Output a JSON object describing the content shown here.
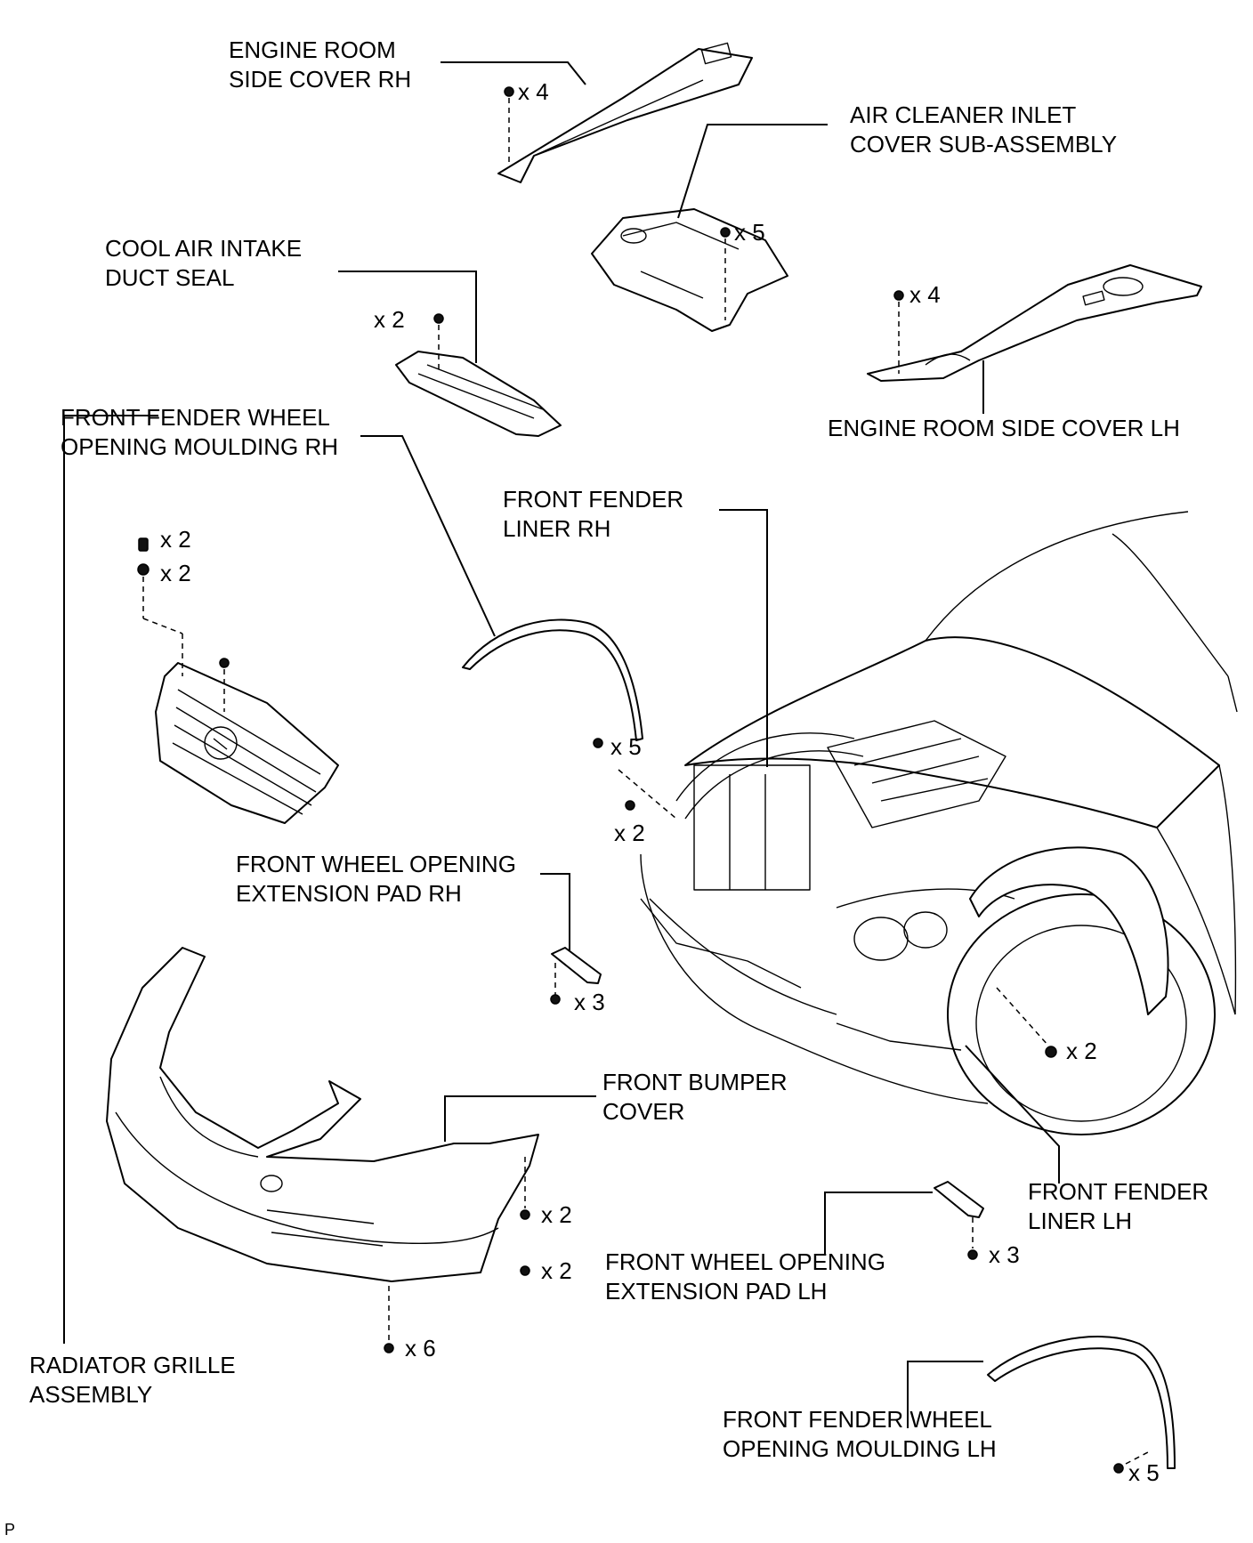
{
  "labels": {
    "engine_room_side_cover_rh": [
      "ENGINE ROOM",
      "SIDE COVER RH"
    ],
    "air_cleaner_inlet_cover": [
      "AIR CLEANER INLET",
      "COVER SUB-ASSEMBLY"
    ],
    "cool_air_intake_duct_seal": [
      "COOL AIR INTAKE",
      "DUCT SEAL"
    ],
    "engine_room_side_cover_lh": [
      "ENGINE ROOM SIDE COVER LH"
    ],
    "front_fender_wheel_opening_moulding_rh": [
      "FRONT FENDER WHEEL",
      "OPENING MOULDING RH"
    ],
    "front_fender_liner_rh": [
      "FRONT FENDER",
      "LINER RH"
    ],
    "front_wheel_opening_extension_pad_rh": [
      "FRONT WHEEL OPENING",
      "EXTENSION PAD RH"
    ],
    "front_bumper_cover": [
      "FRONT BUMPER",
      "COVER"
    ],
    "front_fender_liner_lh": [
      "FRONT FENDER",
      "LINER LH"
    ],
    "front_wheel_opening_extension_pad_lh": [
      "FRONT WHEEL OPENING",
      "EXTENSION PAD LH"
    ],
    "radiator_grille_assembly": [
      "RADIATOR GRILLE",
      "ASSEMBLY"
    ],
    "front_fender_wheel_opening_moulding_lh": [
      "FRONT FENDER WHEEL",
      "OPENING MOULDING LH"
    ]
  },
  "quantities": {
    "rh_side_cover_clips": "x 4",
    "air_cleaner_clips": "x 5",
    "lh_side_cover_clips": "x 4",
    "duct_seal_clips": "x 2",
    "grille_screws": "x 2",
    "grille_clips": "x 2",
    "moulding_rh_clips": "x 5",
    "liner_rh_screws": "x 2",
    "pad_rh_clips": "x 3",
    "liner_lh_screws": "x 2",
    "bumper_clips_a": "x 2",
    "bumper_clips_b": "x 2",
    "bumper_screws": "x 6",
    "pad_lh_clips": "x 3",
    "moulding_lh_clips": "x 5"
  },
  "figure_id": "P"
}
